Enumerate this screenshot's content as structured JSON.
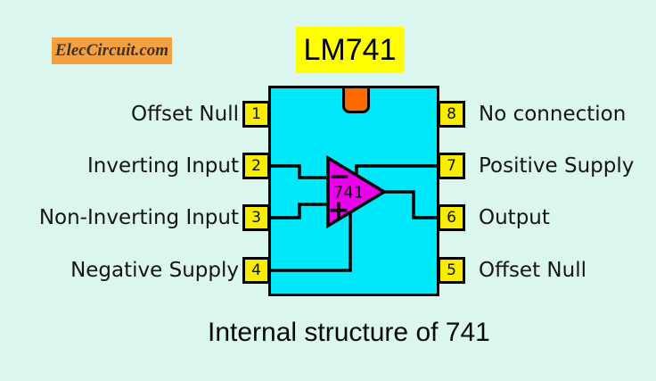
{
  "branding": {
    "site": "ElecCircuit.com"
  },
  "title": {
    "text": "LM741"
  },
  "caption": "Internal structure of 741",
  "colors": {
    "background": "#DBF6EF",
    "ic_body": "#00E9FB",
    "notch": "#FF6A00",
    "pin_box": "#F8EC00",
    "title_bg": "#FFFF00",
    "logo_bg": "#F4A041",
    "opamp_fill": "#EC00EC",
    "line": "#000000"
  },
  "ic": {
    "opamp": {
      "label": "741",
      "minus_symbol": "−",
      "plus_symbol": "+"
    },
    "left_pins": [
      {
        "number": "1",
        "label": "Offset Null"
      },
      {
        "number": "2",
        "label": "Inverting Input"
      },
      {
        "number": "3",
        "label": "Non-Inverting Input"
      },
      {
        "number": "4",
        "label": "Negative Supply"
      }
    ],
    "right_pins": [
      {
        "number": "8",
        "label": "No connection"
      },
      {
        "number": "7",
        "label": "Positive Supply"
      },
      {
        "number": "6",
        "label": "Output"
      },
      {
        "number": "5",
        "label": "Offset Null"
      }
    ]
  }
}
